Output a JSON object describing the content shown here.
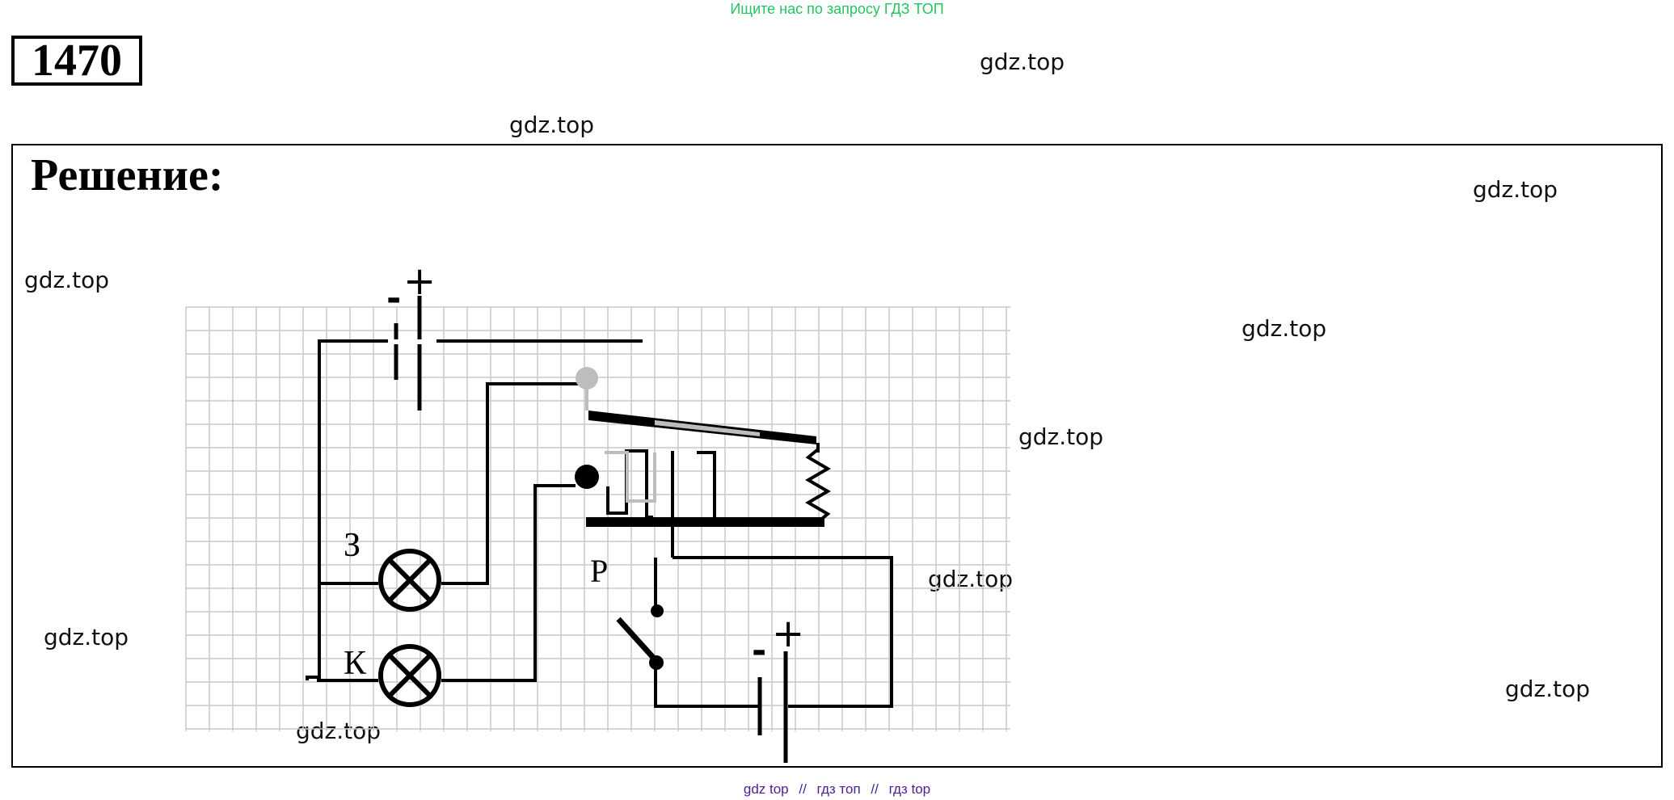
{
  "header": {
    "banner": "Ищите нас по запросу ГДЗ ТОП",
    "task_number": "1470"
  },
  "solution": {
    "heading": "Решение:"
  },
  "watermarks": [
    "gdz.top",
    "gdz.top",
    "gdz.top",
    "gdz.top",
    "gdz.top",
    "gdz.top",
    "gdz.top",
    "gdz.top",
    "gdz.top",
    "gdz.top"
  ],
  "circuit": {
    "battery_top_minus": "-",
    "battery_top_plus": "+",
    "battery_bottom_minus": "-",
    "battery_bottom_plus": "+",
    "lamp_z_label": "З",
    "lamp_k_label": "К",
    "relay_label": "Р",
    "colors": {
      "wire": "#000000",
      "grid": "#c8c8c8",
      "contact_grey": "#bdbdbd"
    }
  },
  "footer": {
    "link1": "gdz top",
    "sep1": "//",
    "link2": "гдз топ",
    "sep2": "//",
    "link3": "гдз top"
  }
}
